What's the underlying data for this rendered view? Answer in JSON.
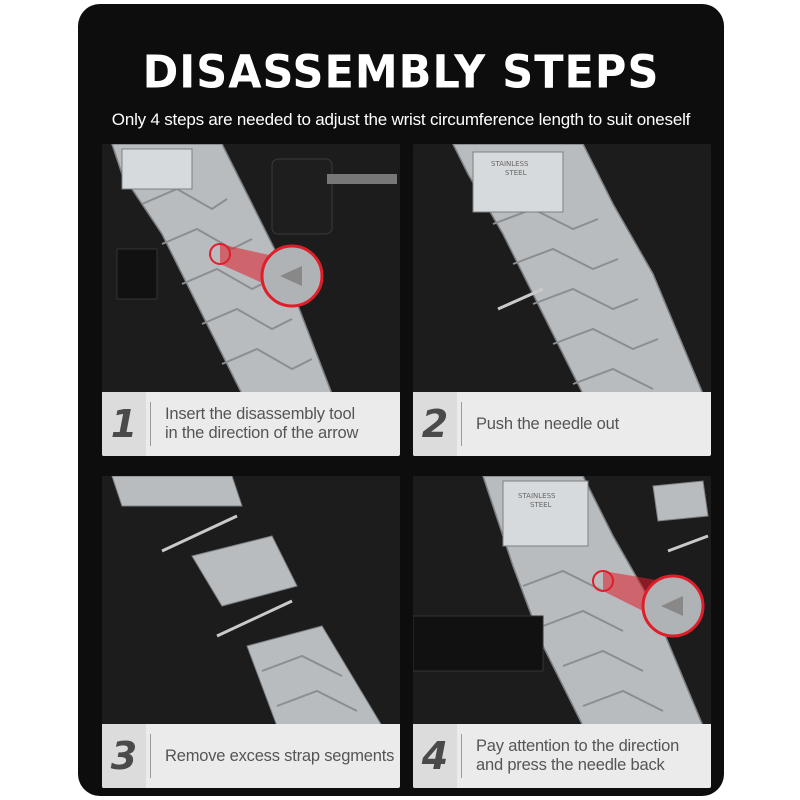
{
  "title": "DISASSEMBLY STEPS",
  "subtitle": "Only 4 steps are needed to adjust the wrist circumference length to suit oneself",
  "steps": [
    {
      "number": "1",
      "line1": "Insert the disassembly tool",
      "line2": "in the direction of the arrow"
    },
    {
      "number": "2",
      "line1": "Push the needle out",
      "line2": ""
    },
    {
      "number": "3",
      "line1": "Remove excess strap segments",
      "line2": ""
    },
    {
      "number": "4",
      "line1": "Pay attention to the direction",
      "line2": "and press the needle back"
    }
  ],
  "clasp_label": {
    "line1": "STAINLESS",
    "line2": "STEEL"
  },
  "colors": {
    "background": "#0d0d0d",
    "caption": "#ebebeb",
    "number_box": "#dcdcdc",
    "highlight": "#e01e2a"
  }
}
